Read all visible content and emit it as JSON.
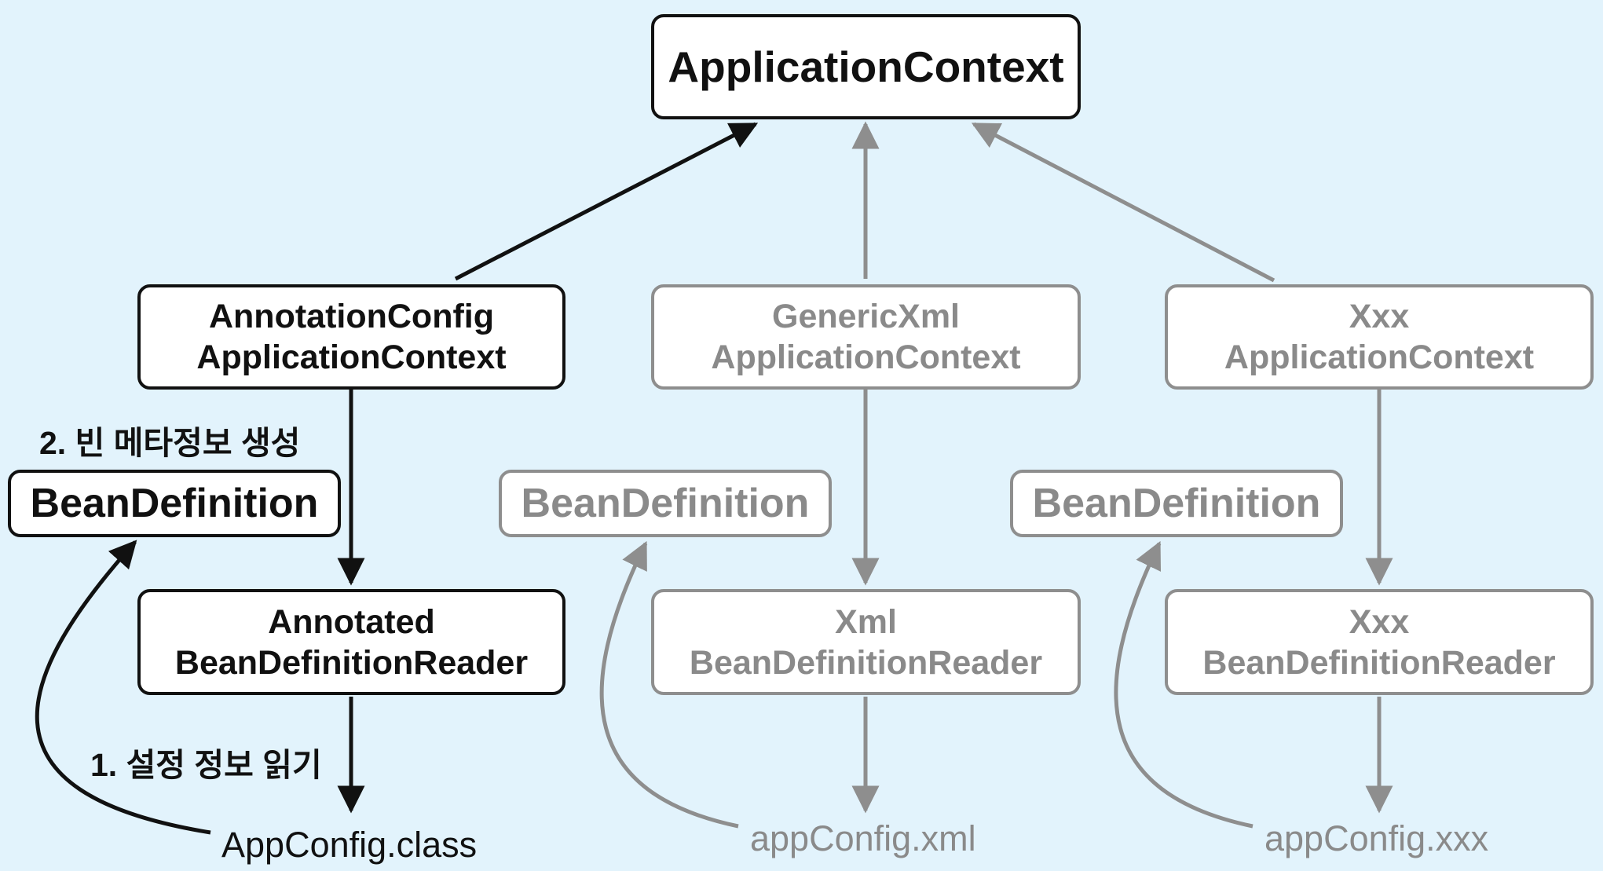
{
  "top": {
    "title": "ApplicationContext"
  },
  "contexts": [
    {
      "line1": "AnnotationConfig",
      "line2": "ApplicationContext"
    },
    {
      "line1": "GenericXml",
      "line2": "ApplicationContext"
    },
    {
      "line1": "Xxx",
      "line2": "ApplicationContext"
    }
  ],
  "readers": [
    {
      "line1": "Annotated",
      "line2": "BeanDefinitionReader"
    },
    {
      "line1": "Xml",
      "line2": "BeanDefinitionReader"
    },
    {
      "line1": "Xxx",
      "line2": "BeanDefinitionReader"
    }
  ],
  "bean_definitions": [
    "BeanDefinition",
    "BeanDefinition",
    "BeanDefinition"
  ],
  "config_files": [
    "AppConfig.class",
    "appConfig.xml",
    "appConfig.xxx"
  ],
  "steps": {
    "step1": "1. 설정 정보 읽기",
    "step2": "2. 빈 메타정보 생성"
  },
  "colors": {
    "background": "#e2f3fc",
    "active": "#111111",
    "inactive": "#8e8e8e"
  }
}
